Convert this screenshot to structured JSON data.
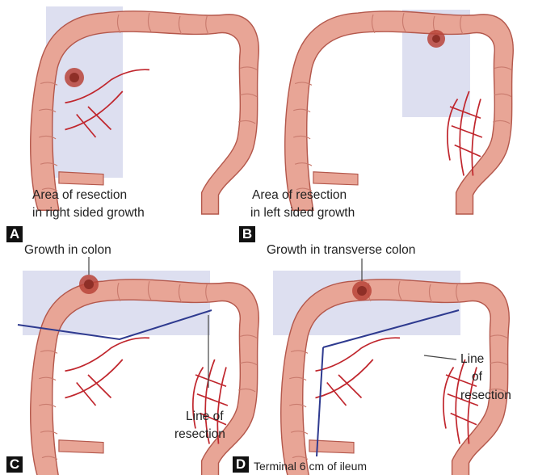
{
  "panels": [
    {
      "letter": "A",
      "caption_line1": "Area of resection",
      "caption_line2": "in right sided growth"
    },
    {
      "letter": "B",
      "caption_line1": "Area of resection",
      "caption_line2": "in left sided growth"
    },
    {
      "letter": "C",
      "growth_label": "Growth in colon",
      "line_label_1": "Line of",
      "line_label_2": "resection"
    },
    {
      "letter": "D",
      "growth_label": "Growth in transverse colon",
      "line_label_1": "Line",
      "line_label_2": "of",
      "line_label_3": "resection",
      "ileum_label": "Terminal 6 cm of ileum"
    }
  ],
  "colors": {
    "colon_fill": "#e8a596",
    "colon_stroke": "#b4584c",
    "haustra": "#c97b6e",
    "vessel": "#c0262d",
    "tumor": "#b8443a",
    "resection_area": "#9fa3d4",
    "resection_line": "#2e3a8f",
    "pointer": "#444444"
  }
}
